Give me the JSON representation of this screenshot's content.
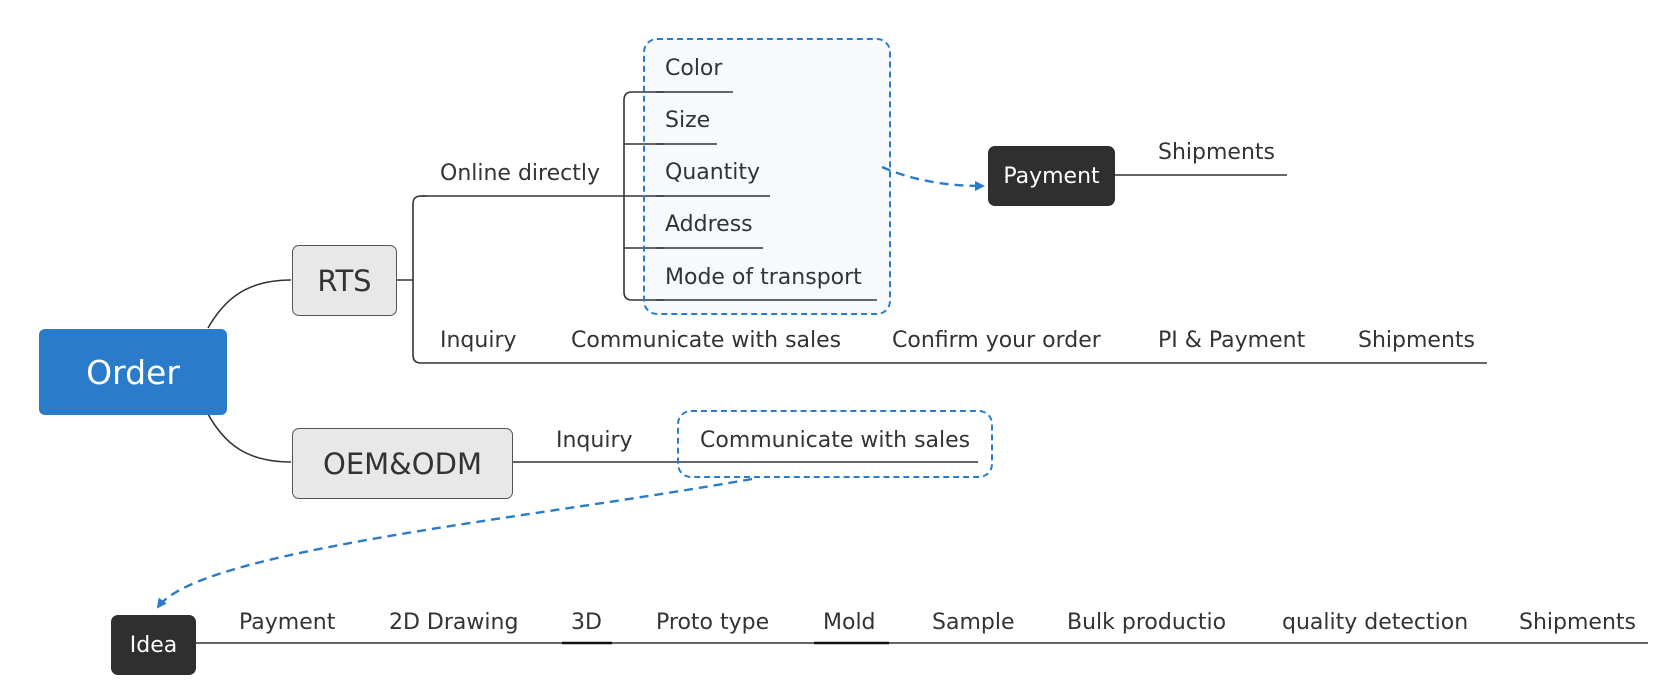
{
  "root": {
    "label": "Order"
  },
  "branches": {
    "rts": "RTS",
    "oem": "OEM&ODM"
  },
  "online": {
    "label": "Online directly",
    "options": [
      "Color",
      "Size",
      "Quantity",
      "Address",
      "Mode of transport"
    ],
    "payment": "Payment",
    "shipments": "Shipments"
  },
  "rts_flow": [
    "Inquiry",
    "Communicate with sales",
    "Confirm your order",
    "PI & Payment",
    "Shipments"
  ],
  "oem_flow": {
    "inquiry": "Inquiry",
    "communicate": "Communicate with sales"
  },
  "idea_flow": {
    "idea": "Idea",
    "steps": [
      "Payment",
      "2D Drawing",
      "3D",
      "Proto type",
      "Mold",
      "Sample",
      "Bulk productio",
      "quality detection",
      "Shipments"
    ]
  },
  "colors": {
    "accent": "#2a7bc9",
    "dark_node": "#2f2f2f",
    "branch_fill": "#e8e8e8",
    "line": "#333333"
  }
}
